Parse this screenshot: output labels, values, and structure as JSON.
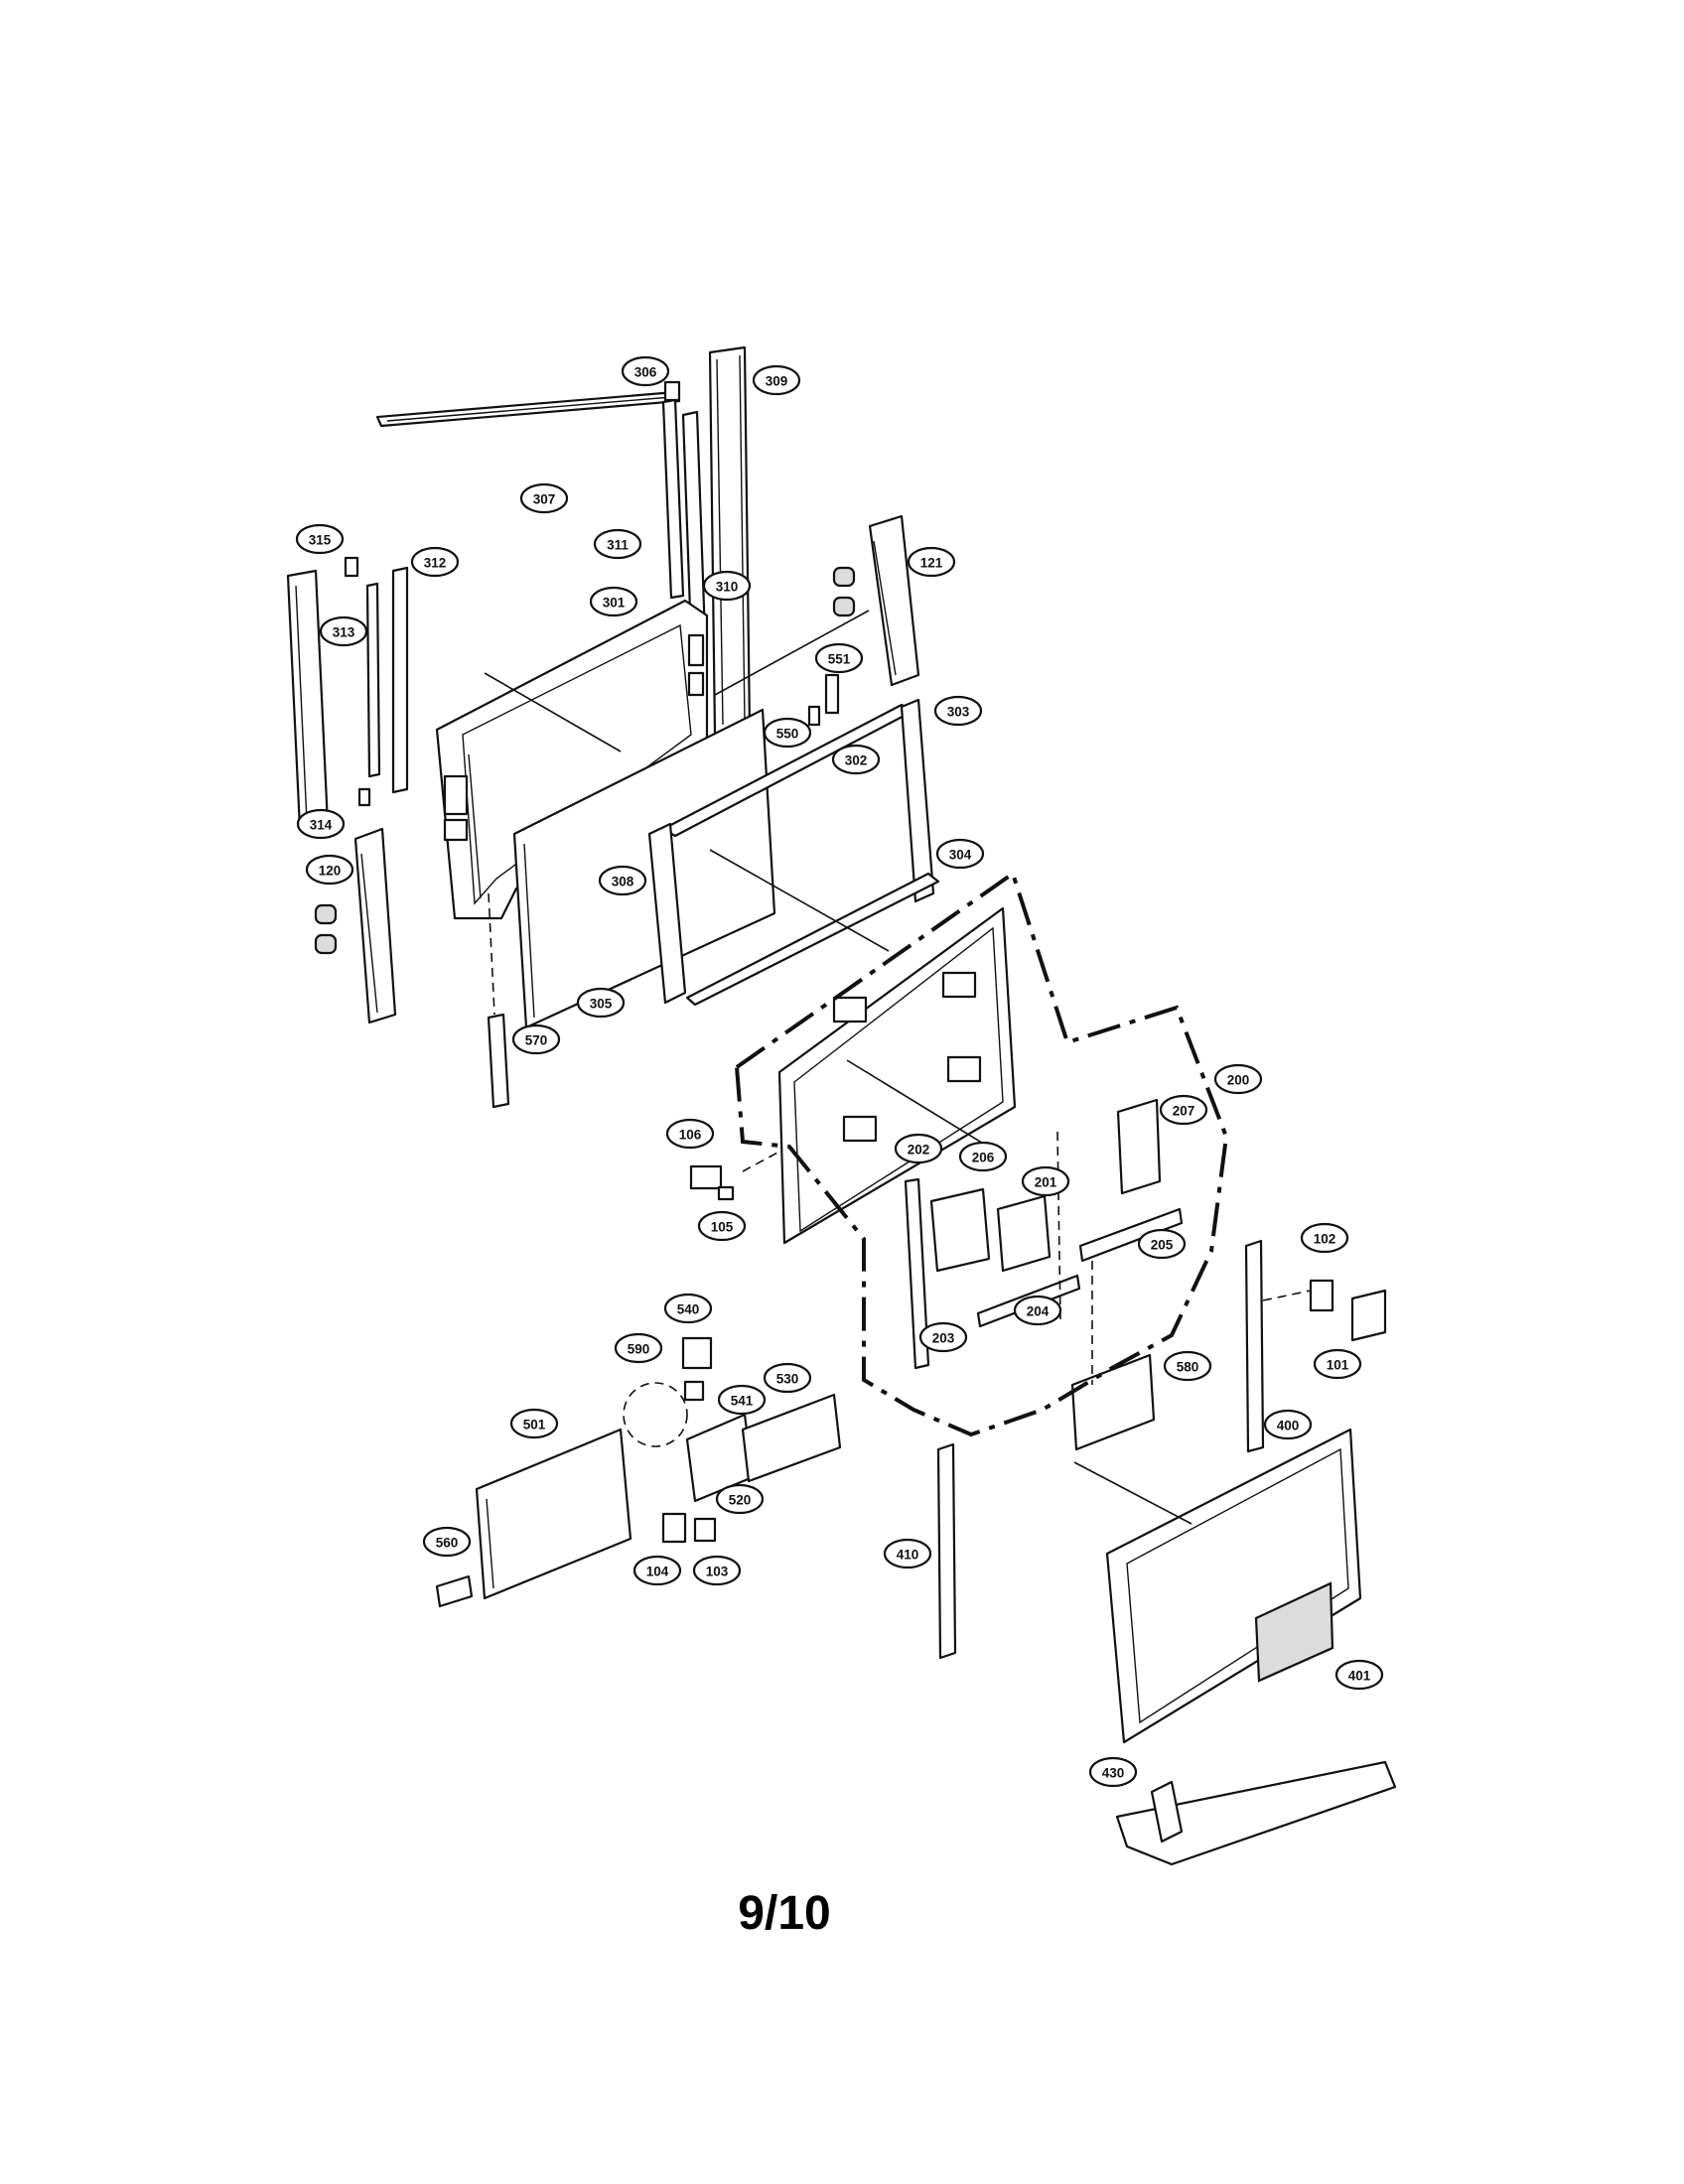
{
  "page_number": "9/10",
  "callouts": [
    {
      "label": "306"
    },
    {
      "label": "309"
    },
    {
      "label": "307"
    },
    {
      "label": "315"
    },
    {
      "label": "312"
    },
    {
      "label": "311"
    },
    {
      "label": "310"
    },
    {
      "label": "121"
    },
    {
      "label": "313"
    },
    {
      "label": "301"
    },
    {
      "label": "551"
    },
    {
      "label": "550"
    },
    {
      "label": "303"
    },
    {
      "label": "302"
    },
    {
      "label": "314"
    },
    {
      "label": "120"
    },
    {
      "label": "308"
    },
    {
      "label": "304"
    },
    {
      "label": "305"
    },
    {
      "label": "570"
    },
    {
      "label": "200"
    },
    {
      "label": "207"
    },
    {
      "label": "106"
    },
    {
      "label": "202"
    },
    {
      "label": "206"
    },
    {
      "label": "201"
    },
    {
      "label": "105"
    },
    {
      "label": "205"
    },
    {
      "label": "102"
    },
    {
      "label": "204"
    },
    {
      "label": "203"
    },
    {
      "label": "101"
    },
    {
      "label": "540"
    },
    {
      "label": "580"
    },
    {
      "label": "590"
    },
    {
      "label": "541"
    },
    {
      "label": "530"
    },
    {
      "label": "501"
    },
    {
      "label": "400"
    },
    {
      "label": "520"
    },
    {
      "label": "410"
    },
    {
      "label": "560"
    },
    {
      "label": "104"
    },
    {
      "label": "103"
    },
    {
      "label": "401"
    },
    {
      "label": "430"
    }
  ]
}
